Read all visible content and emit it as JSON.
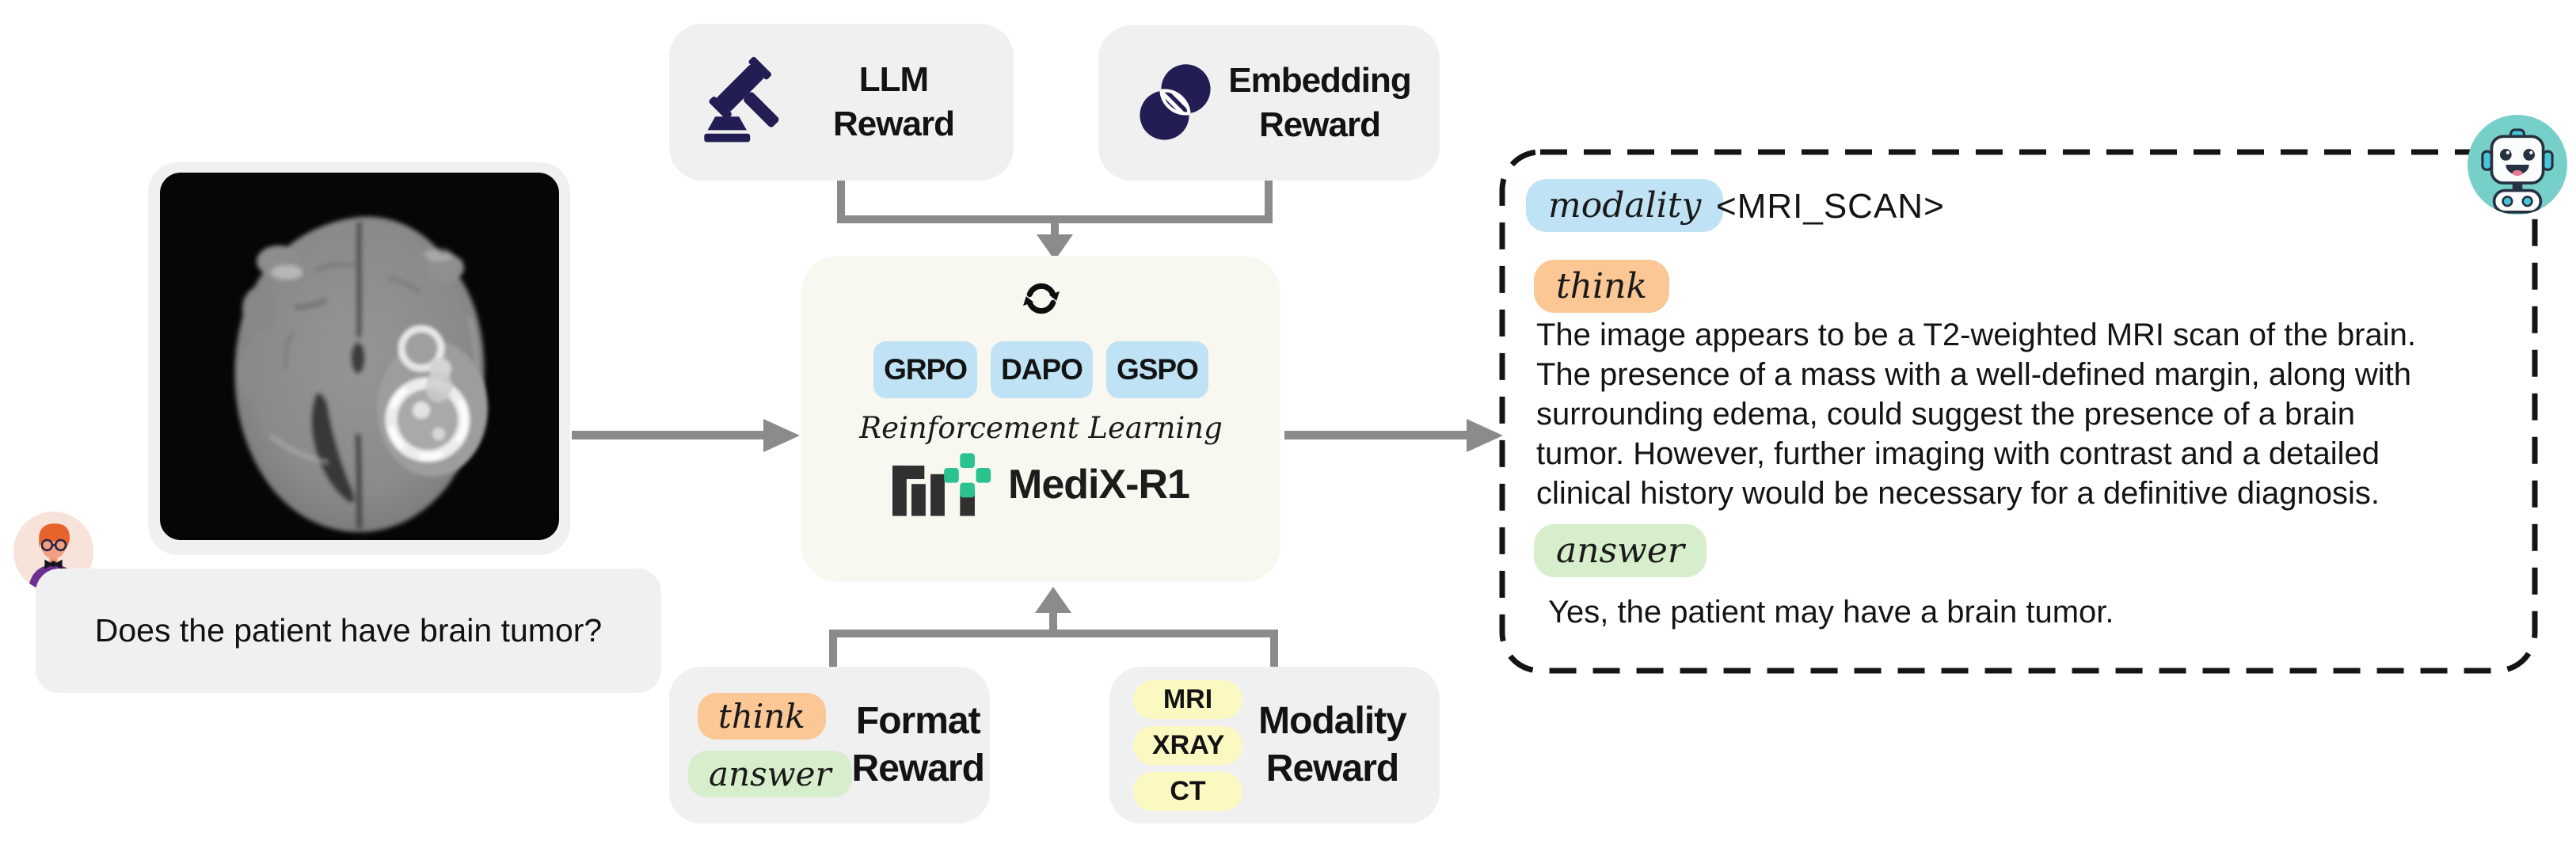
{
  "input": {
    "question": "Does the patient have brain tumor?"
  },
  "reward_top": {
    "llm": {
      "lines": [
        "LLM",
        "Reward"
      ]
    },
    "embedding": {
      "lines": [
        "Embedding",
        "Reward"
      ]
    }
  },
  "policy_box": {
    "algorithms": [
      "GRPO",
      "DAPO",
      "GSPO"
    ],
    "subtitle": "Reinforcement Learning",
    "model": "MediX-R1"
  },
  "reward_bottom": {
    "format": {
      "badges": [
        "think",
        "answer"
      ],
      "lines": [
        "Format",
        "Reward"
      ]
    },
    "modality": {
      "badges": [
        "MRI",
        "XRAY",
        "CT"
      ],
      "lines": [
        "Modality",
        "Reward"
      ]
    }
  },
  "output": {
    "modality_badge": "modality",
    "modality_value": "<MRI_SCAN>",
    "think_badge": "think",
    "think_lines": [
      "The image appears to be a T2-weighted MRI scan of the brain.",
      "The presence of a mass with a well-defined margin, along with",
      "surrounding edema, could suggest the presence of a brain",
      "tumor. However, further imaging with contrast and a detailed",
      "clinical history would be necessary for a definitive diagnosis."
    ],
    "answer_badge": "answer",
    "answer_text": "Yes, the patient may have a brain tumor."
  },
  "icons": {
    "user": "user-avatar-icon",
    "assistant": "robot-avatar-icon",
    "llm_reward": "gavel-icon",
    "embedding_reward": "venn-overlap-icon",
    "rl_cycle": "cycle-arrows-icon",
    "model_logo": "medix-logo-mark",
    "input_image": "brain-mri-image"
  },
  "colors": {
    "card_gray": "#f0f0f0",
    "center_card": "#f8f8f1",
    "badge_blue": "#bfe3f4",
    "badge_orange": "#fac795",
    "badge_green": "#d6eecb",
    "badge_yellow": "#fbf8c2",
    "icon_navy": "#221d52",
    "arrow_gray": "#8b8b8b",
    "logo_green": "#2ac28e",
    "robot_teal": "#76cfc8"
  }
}
